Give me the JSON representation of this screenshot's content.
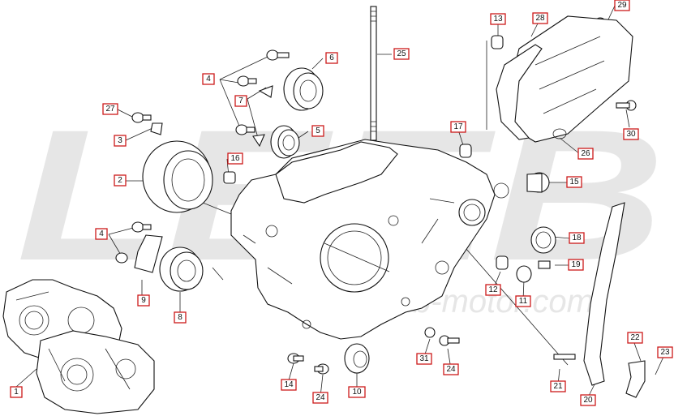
{
  "watermark": {
    "logo_text": "LEEB",
    "url_text": "www.leeb-motor.com"
  },
  "callouts": [
    {
      "label": "1"
    },
    {
      "label": "2"
    },
    {
      "label": "3"
    },
    {
      "label": "4"
    },
    {
      "label": "4"
    },
    {
      "label": "5"
    },
    {
      "label": "6"
    },
    {
      "label": "7"
    },
    {
      "label": "8"
    },
    {
      "label": "9"
    },
    {
      "label": "10"
    },
    {
      "label": "11"
    },
    {
      "label": "12"
    },
    {
      "label": "13"
    },
    {
      "label": "14"
    },
    {
      "label": "15"
    },
    {
      "label": "16"
    },
    {
      "label": "17"
    },
    {
      "label": "18"
    },
    {
      "label": "19"
    },
    {
      "label": "20"
    },
    {
      "label": "21"
    },
    {
      "label": "22"
    },
    {
      "label": "23"
    },
    {
      "label": "24"
    },
    {
      "label": "24"
    },
    {
      "label": "25"
    },
    {
      "label": "26"
    },
    {
      "label": "27"
    },
    {
      "label": "28"
    },
    {
      "label": "29"
    },
    {
      "label": "30"
    },
    {
      "label": "31"
    }
  ],
  "colors": {
    "callout_border": "#cc1a1a",
    "line": "#111111",
    "watermark": "#e6e6e6"
  }
}
